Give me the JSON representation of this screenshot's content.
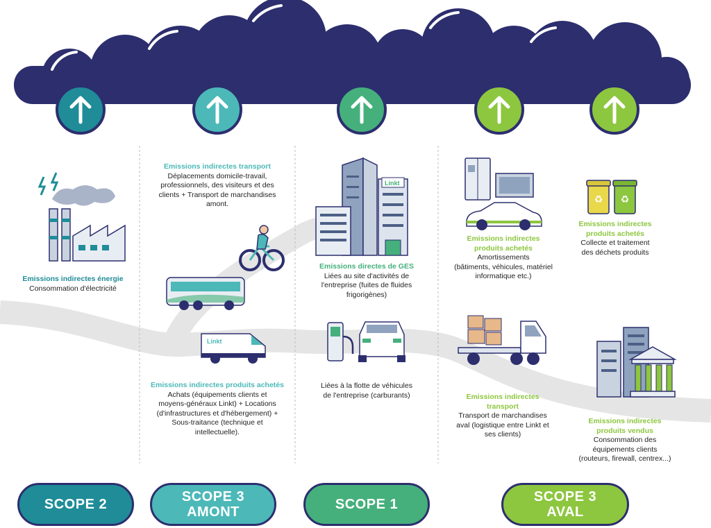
{
  "colors": {
    "cloud": "#2c2e6e",
    "scope2": "#1f8c98",
    "scope3_amont": "#4cb8b8",
    "scope1": "#45b07c",
    "scope3_aval": "#8dc63f",
    "road": "#e5e5e5"
  },
  "arrows": [
    {
      "id": "scope2",
      "icon": "arrow-up-icon",
      "color": "#1f8c98"
    },
    {
      "id": "scope3-amont",
      "icon": "arrow-up-icon",
      "color": "#4cb8b8"
    },
    {
      "id": "scope1",
      "icon": "arrow-up-icon",
      "color": "#45b07c"
    },
    {
      "id": "scope3-aval-1",
      "icon": "arrow-up-icon",
      "color": "#8dc63f"
    },
    {
      "id": "scope3-aval-2",
      "icon": "arrow-up-icon",
      "color": "#8dc63f"
    }
  ],
  "blocks": {
    "energie": {
      "title": "Emissions indirectes énergie",
      "body": [
        "Consommation d'électricité"
      ],
      "color": "#1f8c98"
    },
    "transport": {
      "title": "Emissions indirectes transport",
      "body": [
        "Déplacements domicile-travail,",
        "professionnels, des visiteurs et des",
        "clients + Transport de marchandises",
        "amont."
      ],
      "color": "#4cb8b8"
    },
    "achats": {
      "title": "Emissions indirectes produits achetés",
      "body": [
        "Achats (équipements clients et",
        "moyens-généraux Linkt) + Locations",
        "(d'infrastructures et d'hébergement) +",
        "Sous-traitance (technique et",
        "intellectuelle)."
      ],
      "color": "#4cb8b8"
    },
    "ges": {
      "title": "Emissions directes de GES",
      "body": [
        "Liées au site d'activités de",
        "l'entreprise (fuites de fluides",
        "frigorigènes)"
      ],
      "color": "#45b07c"
    },
    "flotte": {
      "title": "",
      "body": [
        "Liées à la flotte de véhicules",
        "de l'entreprise (carburants)"
      ],
      "color": "#45b07c"
    },
    "amortissements": {
      "title_lines": [
        "Emissions indirectes",
        "produits achetés"
      ],
      "body": [
        "Amortissements",
        "(bâtiments, véhicules, matériel",
        "informatique etc.)"
      ],
      "color": "#8dc63f"
    },
    "dechets": {
      "title_lines": [
        "Emissions indirectes",
        "produits achetés"
      ],
      "body": [
        "Collecte et traitement",
        "des déchets produits"
      ],
      "color": "#8dc63f"
    },
    "transport_aval": {
      "title_lines": [
        "Emissions indirectes",
        "transport"
      ],
      "body": [
        "Transport de marchandises",
        "aval (logistique entre Linkt et",
        "ses clients)"
      ],
      "color": "#8dc63f"
    },
    "vendus": {
      "title_lines": [
        "Emissions indirectes",
        "produits vendus"
      ],
      "body": [
        "Consommation des",
        "équipements clients",
        "(routeurs, firewall, centrex...)"
      ],
      "color": "#8dc63f"
    }
  },
  "logos": {
    "linkt": "Linkt"
  },
  "illustrations": [
    "factory-icon",
    "bicycle-icon",
    "bus-icon",
    "van-icon",
    "office-buildings-icon",
    "ev-charger-icon",
    "car-icon",
    "appliances-icon",
    "electric-car-icon",
    "recycling-bins-icon",
    "delivery-truck-icon",
    "institution-buildings-icon"
  ],
  "scopes": [
    {
      "lines": [
        "SCOPE 2"
      ],
      "color": "#1f8c98"
    },
    {
      "lines": [
        "SCOPE 3",
        "AMONT"
      ],
      "color": "#4cb8b8"
    },
    {
      "lines": [
        "SCOPE 1"
      ],
      "color": "#45b07c"
    },
    {
      "lines": [
        "SCOPE 3",
        "AVAL"
      ],
      "color": "#8dc63f"
    }
  ]
}
